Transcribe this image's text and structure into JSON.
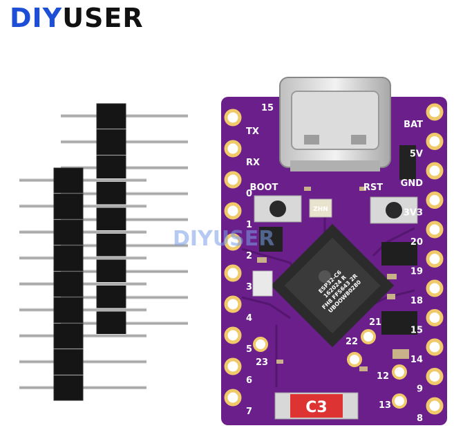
{
  "brand": {
    "part1": "DIY",
    "part2": "USER"
  },
  "watermark": "DIYUSER",
  "board": {
    "chip_lines": [
      "ESP32-C6",
      "162024 R",
      "FH8 FFS643 2R",
      "UBOOW80280"
    ],
    "crystal_label": "ZHN",
    "buttons": {
      "boot_label": "BOOT",
      "reset_label": "RST"
    },
    "antenna_label": "C3",
    "left_pins": [
      "TX",
      "RX",
      "0",
      "1",
      "2",
      "3",
      "4",
      "5",
      "6",
      "7"
    ],
    "right_pins": [
      "BAT",
      "5V",
      "GND",
      "3V3",
      "20",
      "19",
      "18",
      "15",
      "14",
      "9",
      "8"
    ],
    "top_left_pin": "15",
    "inner_labels": [
      "23",
      "22",
      "21",
      "12",
      "13"
    ]
  },
  "colors": {
    "brand_blue": "#1d4fd6",
    "brand_dark": "#111111",
    "pcb_purple": "#6a1f8a",
    "pad_gold": "#f0c96a"
  }
}
